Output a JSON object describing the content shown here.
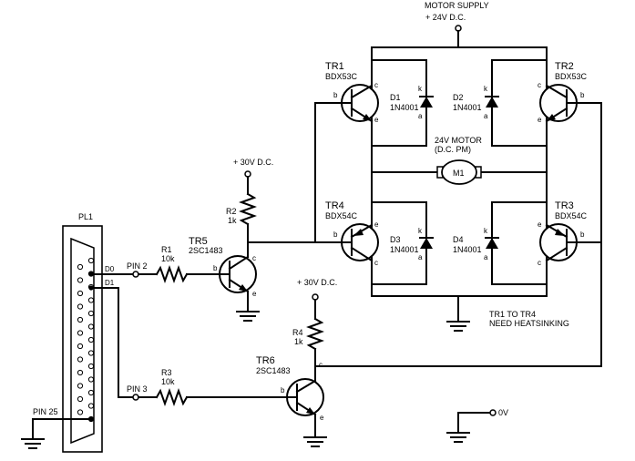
{
  "motor_supply": {
    "title": "MOTOR SUPPLY",
    "voltage": "+ 24V D.C."
  },
  "tr1": {
    "name": "TR1",
    "part": "BDX53C"
  },
  "tr2": {
    "name": "TR2",
    "part": "BDX53C"
  },
  "tr3": {
    "name": "TR3",
    "part": "BDX54C"
  },
  "tr4": {
    "name": "TR4",
    "part": "BDX54C"
  },
  "tr5": {
    "name": "TR5",
    "part": "2SC1483"
  },
  "tr6": {
    "name": "TR6",
    "part": "2SC1483"
  },
  "d1": {
    "name": "D1",
    "part": "1N4001"
  },
  "d2": {
    "name": "D2",
    "part": "1N4001"
  },
  "d3": {
    "name": "D3",
    "part": "1N4001"
  },
  "d4": {
    "name": "D4",
    "part": "1N4001"
  },
  "motor": {
    "line1": "24V MOTOR",
    "line2": "(D.C. PM)",
    "label": "M1"
  },
  "r1": {
    "name": "R1",
    "value": "10k"
  },
  "r2": {
    "name": "R2",
    "value": "1k"
  },
  "r3": {
    "name": "R3",
    "value": "10k"
  },
  "r4": {
    "name": "R4",
    "value": "1k"
  },
  "supply_tr5": "+ 30V D.C.",
  "supply_tr6": "+ 30V D.C.",
  "connector": {
    "name": "PL1",
    "d0": "D0",
    "d1": "D1",
    "pin2": "PIN 2",
    "pin3": "PIN 3",
    "pin25": "PIN 25"
  },
  "note": {
    "line1": "TR1 TO TR4",
    "line2": "NEED HEATSINKING"
  },
  "ov": "0V",
  "pin_letters": {
    "b": "b",
    "c": "c",
    "e": "e",
    "k": "k",
    "a": "a"
  }
}
